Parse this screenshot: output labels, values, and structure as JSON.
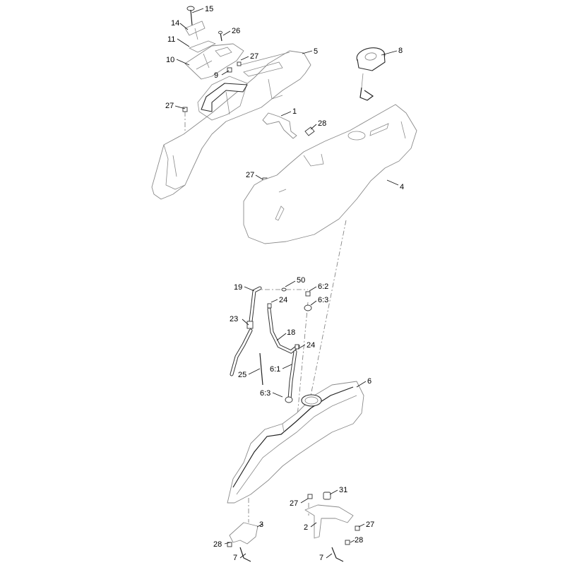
{
  "callouts": [
    {
      "id": "c-15",
      "text": "15"
    },
    {
      "id": "c-14",
      "text": "14"
    },
    {
      "id": "c-26",
      "text": "26"
    },
    {
      "id": "c-11",
      "text": "11"
    },
    {
      "id": "c-10",
      "text": "10"
    },
    {
      "id": "c-27a",
      "text": "27"
    },
    {
      "id": "c-9",
      "text": "9"
    },
    {
      "id": "c-5",
      "text": "5"
    },
    {
      "id": "c-8",
      "text": "8"
    },
    {
      "id": "c-27b",
      "text": "27"
    },
    {
      "id": "c-1",
      "text": "1"
    },
    {
      "id": "c-28a",
      "text": "28"
    },
    {
      "id": "c-27c",
      "text": "27"
    },
    {
      "id": "c-4",
      "text": "4"
    },
    {
      "id": "c-19",
      "text": "19"
    },
    {
      "id": "c-50",
      "text": "50"
    },
    {
      "id": "c-6-2",
      "text": "6:2"
    },
    {
      "id": "c-24a",
      "text": "24"
    },
    {
      "id": "c-6-3a",
      "text": "6:3"
    },
    {
      "id": "c-23",
      "text": "23"
    },
    {
      "id": "c-18",
      "text": "18"
    },
    {
      "id": "c-24b",
      "text": "24"
    },
    {
      "id": "c-6-1",
      "text": "6:1"
    },
    {
      "id": "c-25",
      "text": "25"
    },
    {
      "id": "c-6",
      "text": "6"
    },
    {
      "id": "c-6-3b",
      "text": "6:3"
    },
    {
      "id": "c-31",
      "text": "31"
    },
    {
      "id": "c-27d",
      "text": "27"
    },
    {
      "id": "c-2",
      "text": "2"
    },
    {
      "id": "c-27e",
      "text": "27"
    },
    {
      "id": "c-3",
      "text": "3"
    },
    {
      "id": "c-28b",
      "text": "28"
    },
    {
      "id": "c-28c",
      "text": "28"
    },
    {
      "id": "c-7a",
      "text": "7"
    },
    {
      "id": "c-7b",
      "text": "7"
    }
  ]
}
